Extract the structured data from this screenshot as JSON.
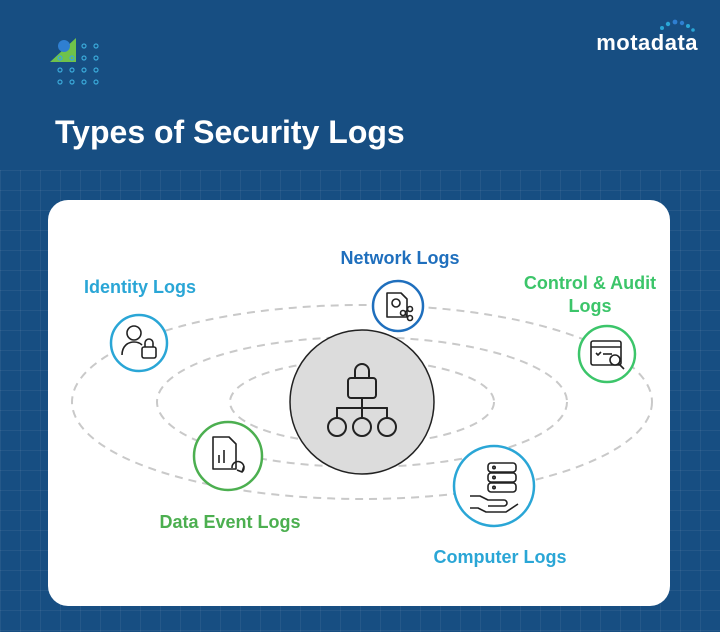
{
  "header": {
    "title": "Types of Security Logs",
    "brand": "motadata"
  },
  "colors": {
    "background": "#174e82",
    "card": "#ffffff",
    "network": "#1f6fbd",
    "identity": "#2aa6d6",
    "control": "#3cc56a",
    "data_event": "#4caf50",
    "computer": "#2aa6d6",
    "center": "#dcdcdc"
  },
  "diagram": {
    "center_icon": "lock-hierarchy-icon",
    "nodes": [
      {
        "id": "network",
        "label": "Network Logs",
        "icon": "document-share-icon"
      },
      {
        "id": "identity",
        "label": "Identity Logs",
        "icon": "user-lock-icon"
      },
      {
        "id": "control",
        "label_line1": "Control & Audit",
        "label_line2": "Logs",
        "icon": "browser-search-icon"
      },
      {
        "id": "data_event",
        "label": "Data Event Logs",
        "icon": "file-chart-refresh-icon"
      },
      {
        "id": "computer",
        "label": "Computer Logs",
        "icon": "server-hand-icon"
      }
    ]
  }
}
